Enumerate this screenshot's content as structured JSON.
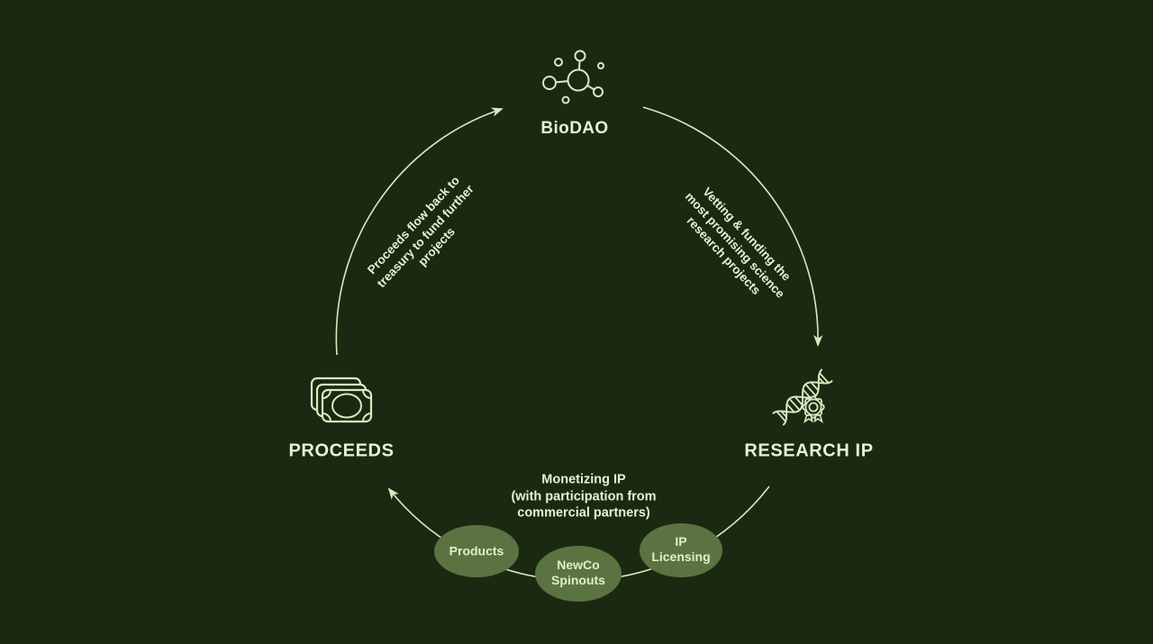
{
  "colors": {
    "bg": "#1c2912",
    "stroke": "#d9e9bf",
    "text": "#e7f2d3",
    "bubble_fill": "#5a7341",
    "bubble_text": "#e0efc8"
  },
  "nodes": {
    "biodao": {
      "label": "BioDAO",
      "icon": "molecule-icon"
    },
    "research_ip": {
      "label": "RESEARCH IP",
      "icon": "dna-award-icon"
    },
    "proceeds": {
      "label": "PROCEEDS",
      "icon": "banknotes-icon"
    }
  },
  "edges": {
    "biodao_to_research_ip": {
      "lines": [
        "Vetting & funding the",
        "most promising science",
        "research projects"
      ]
    },
    "research_ip_to_proceeds": {
      "lines": [
        "Monetizing IP",
        "(with participation from",
        "commercial partners)"
      ]
    },
    "proceeds_to_biodao": {
      "lines": [
        "Proceeds flow back to",
        "treasury to fund further",
        "projects"
      ]
    }
  },
  "monetization_channels": {
    "products": {
      "lines": [
        "Products"
      ]
    },
    "newco_spinouts": {
      "lines": [
        "NewCo",
        "Spinouts"
      ]
    },
    "ip_licensing": {
      "lines": [
        "IP",
        "Licensing"
      ]
    }
  }
}
